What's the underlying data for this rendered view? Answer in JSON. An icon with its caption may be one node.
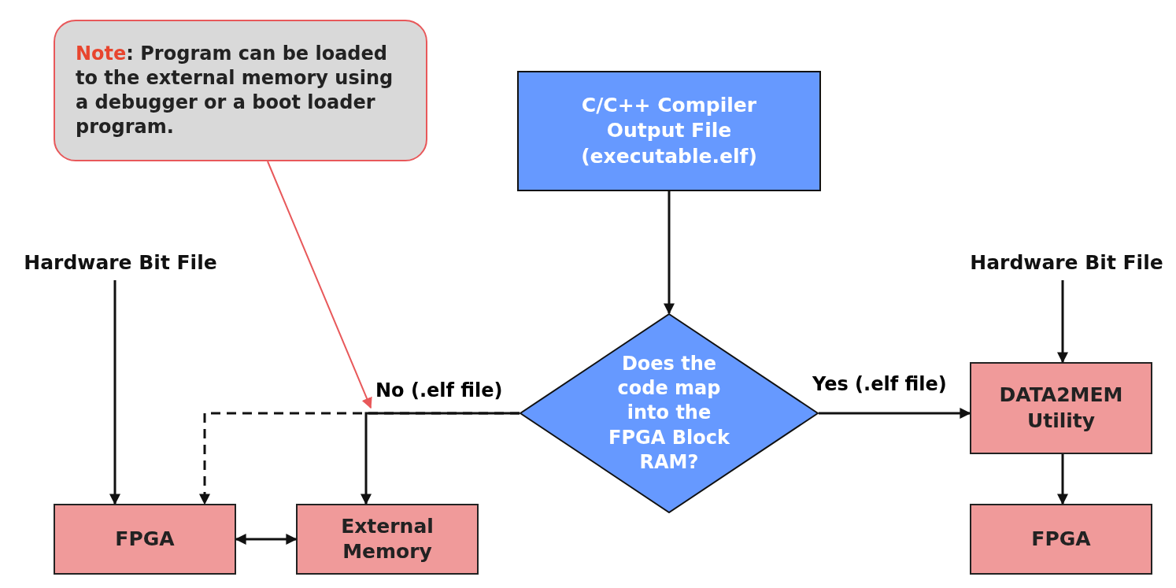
{
  "diagram": {
    "nodes": [
      {
        "text": [
          "Note",
          ": Program can be loaded to the external memory using a debugger or a boot loader program."
        ]
      },
      {
        "text": [
          "C/C++ Compiler Output File (executable.elf)"
        ]
      },
      {
        "text": [
          "Hardware Bit File"
        ]
      },
      {
        "text": [
          "Does the code map into the FPGA Block RAM?"
        ]
      },
      {
        "text": [
          "Hardware Bit File"
        ]
      },
      {
        "text": [
          "DATA2MEM Utility"
        ]
      },
      {
        "text": [
          "FPGA"
        ]
      },
      {
        "text": [
          "External Memory"
        ]
      },
      {
        "text": [
          "FPGA"
        ]
      }
    ],
    "edges": [
      {
        "from": 0,
        "to": null,
        "arrow": "to",
        "color": "#e8585a"
      },
      {
        "from": 1,
        "to": 3,
        "arrow": "to"
      },
      {
        "from": 2,
        "to": 6,
        "arrow": "to"
      },
      {
        "from": 3,
        "to": 7,
        "arrow": "to",
        "label": "No (.elf file)"
      },
      {
        "from": 3,
        "to": 6,
        "arrow": "to",
        "style": "dashed"
      },
      {
        "from": 3,
        "to": 5,
        "arrow": "to",
        "label": "Yes (.elf file)"
      },
      {
        "from": 4,
        "to": 5,
        "arrow": "to"
      },
      {
        "from": 5,
        "to": 8,
        "arrow": "to"
      },
      {
        "from": 6,
        "to": 7,
        "arrow": "both"
      }
    ]
  }
}
